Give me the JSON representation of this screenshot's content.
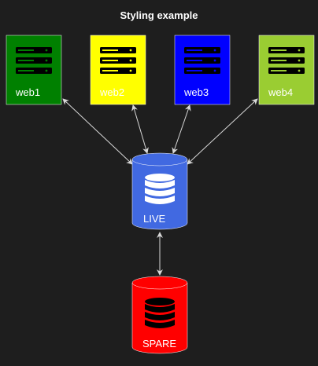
{
  "title": "Styling example",
  "nodes": [
    {
      "id": "web1",
      "label": "web1",
      "kind": "server",
      "fill": "#008000",
      "icon": "server-icon"
    },
    {
      "id": "web2",
      "label": "web2",
      "kind": "server",
      "fill": "#ffff00",
      "icon": "server-icon"
    },
    {
      "id": "web3",
      "label": "web3",
      "kind": "server",
      "fill": "#0000ff",
      "icon": "server-icon"
    },
    {
      "id": "web4",
      "label": "web4",
      "kind": "server",
      "fill": "#9acd32",
      "icon": "server-icon"
    },
    {
      "id": "live",
      "label": "LIVE",
      "kind": "database",
      "fill": "#4169e1",
      "icon": "database-icon"
    },
    {
      "id": "spare",
      "label": "SPARE",
      "kind": "database",
      "fill": "#ff0000",
      "icon": "database-icon"
    }
  ],
  "edges": [
    {
      "from": "web1",
      "to": "live",
      "bidirectional": true
    },
    {
      "from": "web2",
      "to": "live",
      "bidirectional": true
    },
    {
      "from": "web3",
      "to": "live",
      "bidirectional": true
    },
    {
      "from": "web4",
      "to": "live",
      "bidirectional": true
    },
    {
      "from": "live",
      "to": "spare",
      "bidirectional": true
    }
  ],
  "colors": {
    "background": "#1e1e1e",
    "edge": "#d9d9d9",
    "text": "#ffffff",
    "icon_dark": "#000000",
    "icon_light": "#ffffff"
  }
}
